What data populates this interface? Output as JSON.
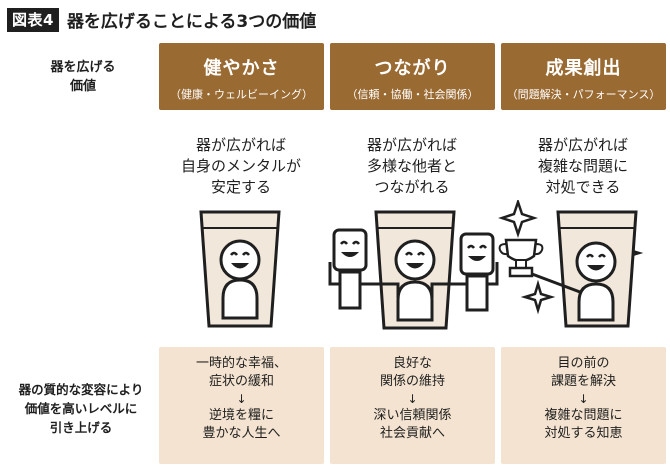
{
  "figure": {
    "label": "図表4",
    "title": "器を広げることによる3つの価値"
  },
  "rows": {
    "top_label": [
      "器を広げる",
      "価値"
    ],
    "bottom_label": [
      "器の質的な変容により",
      "価値を高いレベルに",
      "引き上げる"
    ]
  },
  "columns": [
    {
      "title": "健やかさ",
      "subtitle": "（健康・ウェルビーイング）",
      "description": [
        "器が広がれば",
        "自身のメンタルが",
        "安定する"
      ],
      "value_before": [
        "一時的な幸福、",
        "症状の緩和"
      ],
      "arrow": "↓",
      "value_after": [
        "逆境を糧に",
        "豊かな人生へ"
      ]
    },
    {
      "title": "つながり",
      "subtitle": "（信頼・協働・社会関係）",
      "description": [
        "器が広がれば",
        "多様な他者と",
        "つながれる"
      ],
      "value_before": [
        "良好な",
        "関係の維持"
      ],
      "arrow": "↓",
      "value_after": [
        "深い信頼関係",
        "社会貢献へ"
      ]
    },
    {
      "title": "成果創出",
      "subtitle": "（問題解決・パフォーマンス）",
      "description": [
        "器が広がれば",
        "複雑な問題に",
        "対処できる"
      ],
      "value_before": [
        "目の前の",
        "課題を解決"
      ],
      "arrow": "↓",
      "value_after": [
        "複雑な問題に",
        "対処する知恵"
      ]
    }
  ],
  "colors": {
    "header": "#9a6a33",
    "value_bg": "#f3e3d0",
    "glass": "#f1e7db",
    "ink": "#1f1f1f"
  }
}
